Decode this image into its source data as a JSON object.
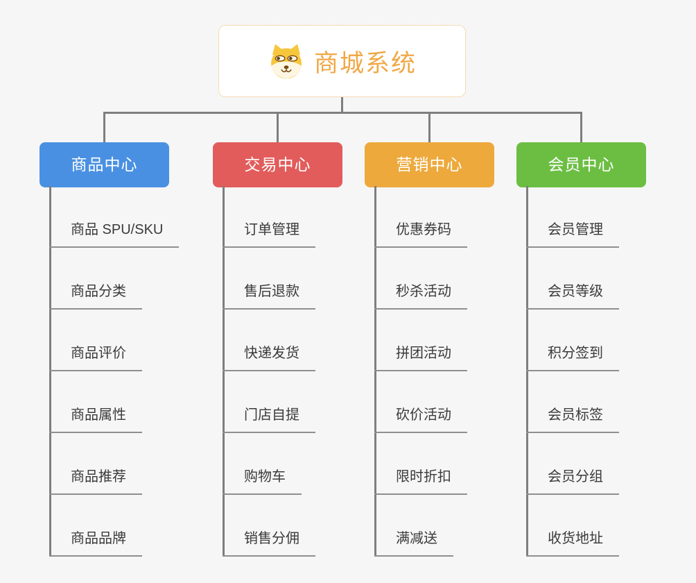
{
  "root": {
    "title": "商城系统",
    "icon": "dog-face-icon"
  },
  "colors": {
    "background": "#f6f6f6",
    "root_text": "#f0a847",
    "root_border": "#edb467",
    "connector": "#7e7e7e",
    "item_underline": "#8f8f8f",
    "item_text": "#3a3a3a"
  },
  "branches": [
    {
      "label": "商品中心",
      "color": "#4a90e2",
      "items": [
        "商品 SPU/SKU",
        "商品分类",
        "商品评价",
        "商品属性",
        "商品推荐",
        "商品品牌"
      ]
    },
    {
      "label": "交易中心",
      "color": "#e25c5c",
      "items": [
        "订单管理",
        "售后退款",
        "快递发货",
        "门店自提",
        "购物车",
        "销售分佣"
      ]
    },
    {
      "label": "营销中心",
      "color": "#eda93c",
      "items": [
        "优惠券码",
        "秒杀活动",
        "拼团活动",
        "砍价活动",
        "限时折扣",
        "满减送"
      ]
    },
    {
      "label": "会员中心",
      "color": "#6cbe43",
      "items": [
        "会员管理",
        "会员等级",
        "积分签到",
        "会员标签",
        "会员分组",
        "收货地址"
      ]
    }
  ]
}
